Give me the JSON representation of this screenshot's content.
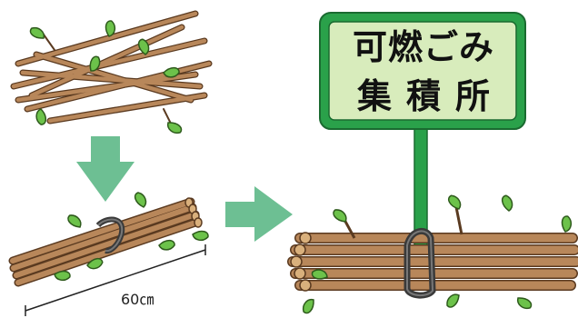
{
  "sign": {
    "line1": "可燃ごみ",
    "line2": "集積所"
  },
  "measurement": {
    "label": "60㎝"
  },
  "colors": {
    "branch": "#a07850",
    "branch_outline": "#5a3a20",
    "leaf": "#6cc24a",
    "arrow": "#6dbf93",
    "sign_border": "#2aa14a",
    "sign_fill": "#d8ecbc",
    "pole": "#2aa14a",
    "cord": "#3a3a3a"
  },
  "icons": [
    "loose-branches-icon",
    "down-arrow-icon",
    "bundled-branches-icon",
    "right-arrow-icon",
    "collection-sign-icon",
    "large-bundle-icon"
  ]
}
